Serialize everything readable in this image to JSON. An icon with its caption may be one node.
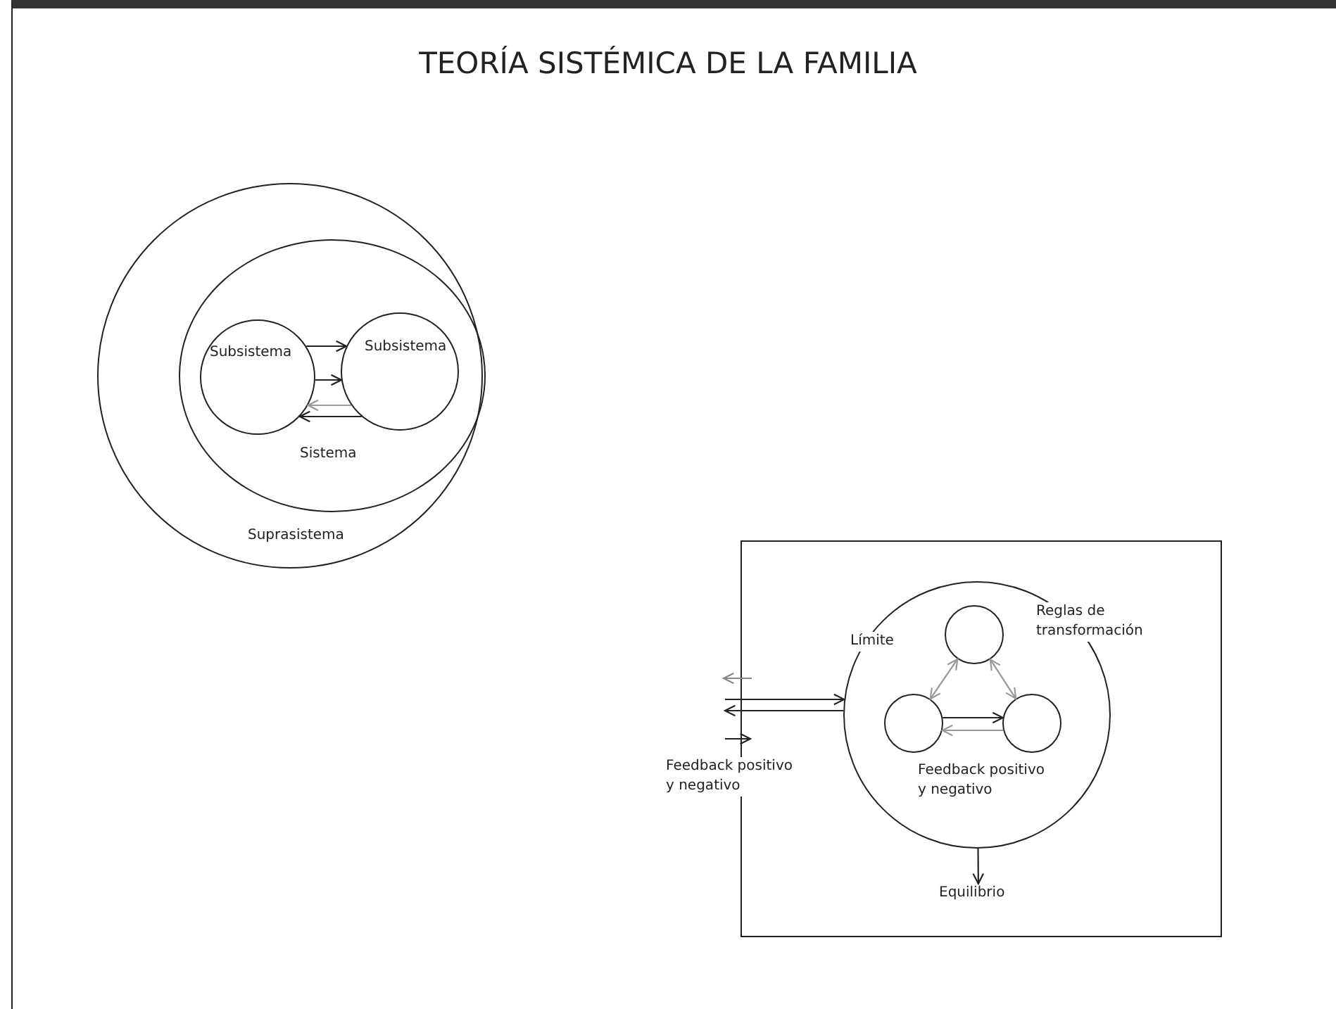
{
  "diagram": {
    "title": "TEORÍA SISTÉMICA DE LA FAMILIA",
    "nodes": [
      {
        "text": [
          "Suprasistema"
        ]
      },
      {
        "text": [
          "Sistema"
        ],
        "in": 0
      },
      {
        "text": [
          "Subsistema"
        ],
        "in": 1
      },
      {
        "text": [
          "Subsistema"
        ],
        "in": 1
      },
      {
        "text": [],
        "shape": "box"
      },
      {
        "text": [],
        "shape": "circle",
        "in": 4
      },
      {
        "text": [],
        "shape": "circle",
        "in": 5
      },
      {
        "text": [],
        "shape": "circle",
        "in": 5
      },
      {
        "text": [],
        "shape": "circle",
        "in": 5
      },
      {
        "text": [
          "Equilibrio"
        ],
        "in": 4
      }
    ],
    "edges": [
      {
        "from": 2,
        "to": 3,
        "arrow": "to"
      },
      {
        "from": 2,
        "to": 3,
        "arrow": "to"
      },
      {
        "from": 3,
        "to": 2,
        "arrow": "to",
        "color": "#999999"
      },
      {
        "from": 3,
        "to": 2,
        "arrow": "to"
      },
      {
        "from": 6,
        "to": 7,
        "arrow": "both",
        "color": "#999999"
      },
      {
        "from": 6,
        "to": 8,
        "arrow": "both",
        "color": "#999999"
      },
      {
        "from": 7,
        "to": 8,
        "arrow": "to"
      },
      {
        "from": 8,
        "to": 7,
        "arrow": "to",
        "color": "#999999"
      },
      {
        "from": null,
        "to": 5,
        "arrow": "to"
      },
      {
        "from": 5,
        "to": null,
        "arrow": "to"
      },
      {
        "from": 5,
        "to": 9,
        "arrow": "to"
      }
    ],
    "labels": [
      "Límite",
      "Reglas de transformación",
      "Feedback positivo y negativo",
      "Feedback positivo y negativo"
    ]
  }
}
